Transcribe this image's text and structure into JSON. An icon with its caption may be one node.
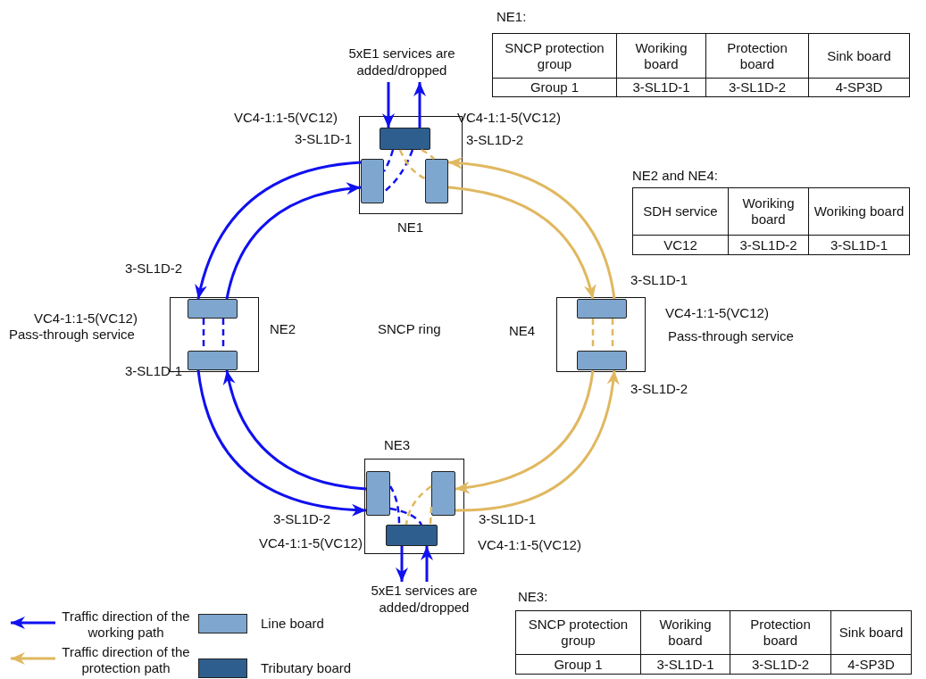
{
  "diagram": {
    "nodes": [
      {
        "text": [
          "NE1"
        ]
      },
      {
        "text": [],
        "shape": "box",
        "in": 0
      },
      {
        "text": [],
        "shape": "box",
        "in": 0,
        "beside": [
          "3-SL1D-1"
        ]
      },
      {
        "text": [],
        "shape": "box",
        "in": 0,
        "beside": [
          "3-SL1D-2"
        ]
      },
      {
        "text": [
          "NE2"
        ]
      },
      {
        "text": [],
        "shape": "box",
        "in": 4,
        "beside": [
          "3-SL1D-2"
        ]
      },
      {
        "text": [],
        "shape": "box",
        "in": 4,
        "beside": [
          "3-SL1D-1"
        ]
      },
      {
        "text": [
          "NE3"
        ]
      },
      {
        "text": [],
        "shape": "box",
        "in": 7,
        "beside": [
          "3-SL1D-2"
        ]
      },
      {
        "text": [],
        "shape": "box",
        "in": 7,
        "beside": [
          "3-SL1D-1"
        ]
      },
      {
        "text": [],
        "shape": "box",
        "in": 7
      },
      {
        "text": [
          "NE4"
        ]
      },
      {
        "text": [],
        "shape": "box",
        "in": 11,
        "beside": [
          "3-SL1D-1"
        ]
      },
      {
        "text": [],
        "shape": "box",
        "in": 11,
        "beside": [
          "3-SL1D-2"
        ]
      },
      {
        "text": [
          "5xE1 services are added/dropped"
        ]
      },
      {
        "text": [
          "5xE1 services are added/dropped"
        ]
      }
    ],
    "edges": [
      {
        "from": 14,
        "to": 1,
        "arrow": "to"
      },
      {
        "from": 1,
        "to": 14,
        "arrow": "to"
      },
      {
        "from": 1,
        "to": 2,
        "arrow": "none",
        "style": "dashed"
      },
      {
        "from": 1,
        "to": 2,
        "arrow": "none",
        "style": "dashed"
      },
      {
        "from": 1,
        "to": 3,
        "arrow": "none",
        "style": "dashed",
        "color": "#e0b860"
      },
      {
        "from": 1,
        "to": 3,
        "arrow": "none",
        "style": "dashed",
        "color": "#e0b860"
      },
      {
        "from": 2,
        "to": 5,
        "arrow": "to"
      },
      {
        "from": 5,
        "to": 2,
        "arrow": "to"
      },
      {
        "from": 5,
        "to": 6,
        "arrow": "none",
        "style": "dashed"
      },
      {
        "from": 5,
        "to": 6,
        "arrow": "none",
        "style": "dashed"
      },
      {
        "from": 6,
        "to": 8,
        "arrow": "to"
      },
      {
        "from": 8,
        "to": 6,
        "arrow": "to"
      },
      {
        "from": 8,
        "to": 10,
        "arrow": "none",
        "style": "dashed"
      },
      {
        "from": 8,
        "to": 10,
        "arrow": "none",
        "style": "dashed"
      },
      {
        "from": 9,
        "to": 10,
        "arrow": "none",
        "style": "dashed",
        "color": "#e0b860"
      },
      {
        "from": 9,
        "to": 10,
        "arrow": "none",
        "style": "dashed",
        "color": "#e0b860"
      },
      {
        "from": 10,
        "to": 15,
        "arrow": "to"
      },
      {
        "from": 15,
        "to": 10,
        "arrow": "to"
      },
      {
        "from": 3,
        "to": 12,
        "arrow": "to",
        "color": "#e0b860"
      },
      {
        "from": 12,
        "to": 3,
        "arrow": "to",
        "color": "#e0b860"
      },
      {
        "from": 12,
        "to": 13,
        "arrow": "none",
        "style": "dashed",
        "color": "#e0b860"
      },
      {
        "from": 12,
        "to": 13,
        "arrow": "none",
        "style": "dashed",
        "color": "#e0b860"
      },
      {
        "from": 13,
        "to": 9,
        "arrow": "to",
        "color": "#e0b860"
      },
      {
        "from": 9,
        "to": 13,
        "arrow": "to",
        "color": "#e0b860"
      }
    ],
    "labels": [
      "NE1:",
      "SNCP protection group",
      "Woriking board",
      "Protection board",
      "Sink board",
      "Group 1",
      "3-SL1D-1",
      "3-SL1D-2",
      "4-SP3D",
      "VC4-1:1-5(VC12)",
      "VC4-1:1-5(VC12)",
      "NE2 and NE4:",
      "SDH service",
      "Woriking board",
      "Woriking board",
      "VC12",
      "3-SL1D-2",
      "3-SL1D-1",
      "VC4-1:1-5(VC12)",
      "Pass-through service",
      "SNCP ring",
      "VC4-1:1-5(VC12)",
      "Pass-through service",
      "VC4-1:1-5(VC12)",
      "VC4-1:1-5(VC12)",
      "NE3:",
      "SNCP protection group",
      "Woriking board",
      "Protection board",
      "Sink board",
      "Group 1",
      "3-SL1D-1",
      "3-SL1D-2",
      "4-SP3D"
    ],
    "legend": [
      {
        "text": "Traffic direction of the working path"
      },
      {
        "text": "Traffic direction of the protection path"
      },
      {
        "text": "Line board",
        "color": "#7ea6cf"
      },
      {
        "text": "Tributary board",
        "color": "#2e5e8e"
      }
    ]
  }
}
